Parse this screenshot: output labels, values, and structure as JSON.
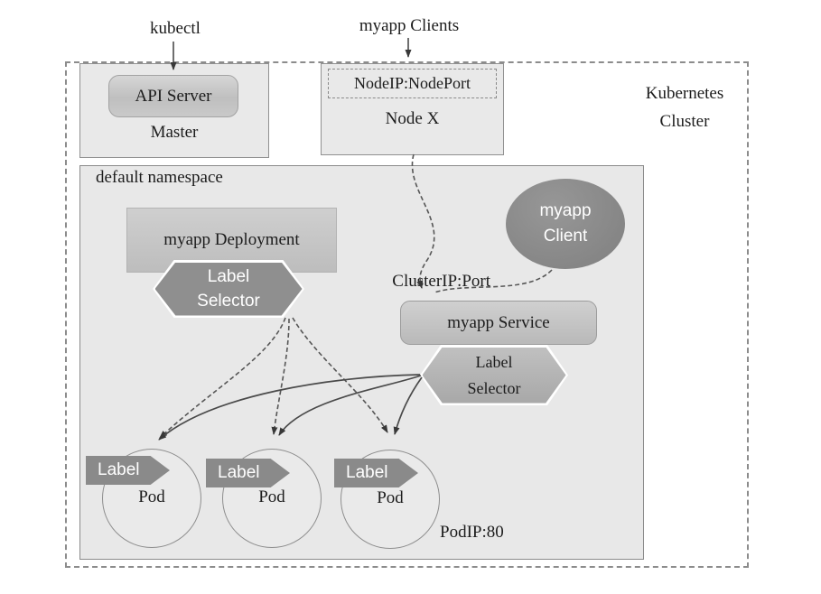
{
  "colors": {
    "background": "#ffffff",
    "light_box_fill": "#e9e9e9",
    "box_border": "#8f8f8f",
    "mid_panel_fill": "#c6c6c6",
    "dark_fill": "#8c8c8c",
    "service_hex_fill": "#b2b2b2",
    "text": "#1c1c1c",
    "connector": "#4a4a4a"
  },
  "external": {
    "kubectl_label": "kubectl",
    "clients_label": "myapp Clients"
  },
  "cluster": {
    "label_line1": "Kubernetes",
    "label_line2": "Cluster"
  },
  "master": {
    "api_server_label": "API Server",
    "caption": "Master"
  },
  "node": {
    "endpoint_label": "NodeIP:NodePort",
    "caption": "Node X"
  },
  "namespace": {
    "caption": "default namespace",
    "deployment": {
      "title": "myapp Deployment",
      "selector_line1": "Label",
      "selector_line2": "Selector"
    },
    "client": {
      "line1": "myapp",
      "line2": "Client"
    },
    "service": {
      "endpoint_label": "ClusterIP:Port",
      "title": "myapp Service",
      "selector_line1": "Label",
      "selector_line2": "Selector"
    },
    "pods": [
      {
        "tag": "Label",
        "name": "Pod"
      },
      {
        "tag": "Label",
        "name": "Pod"
      },
      {
        "tag": "Label",
        "name": "Pod"
      }
    ],
    "pod_endpoint_label": "PodIP:80"
  }
}
